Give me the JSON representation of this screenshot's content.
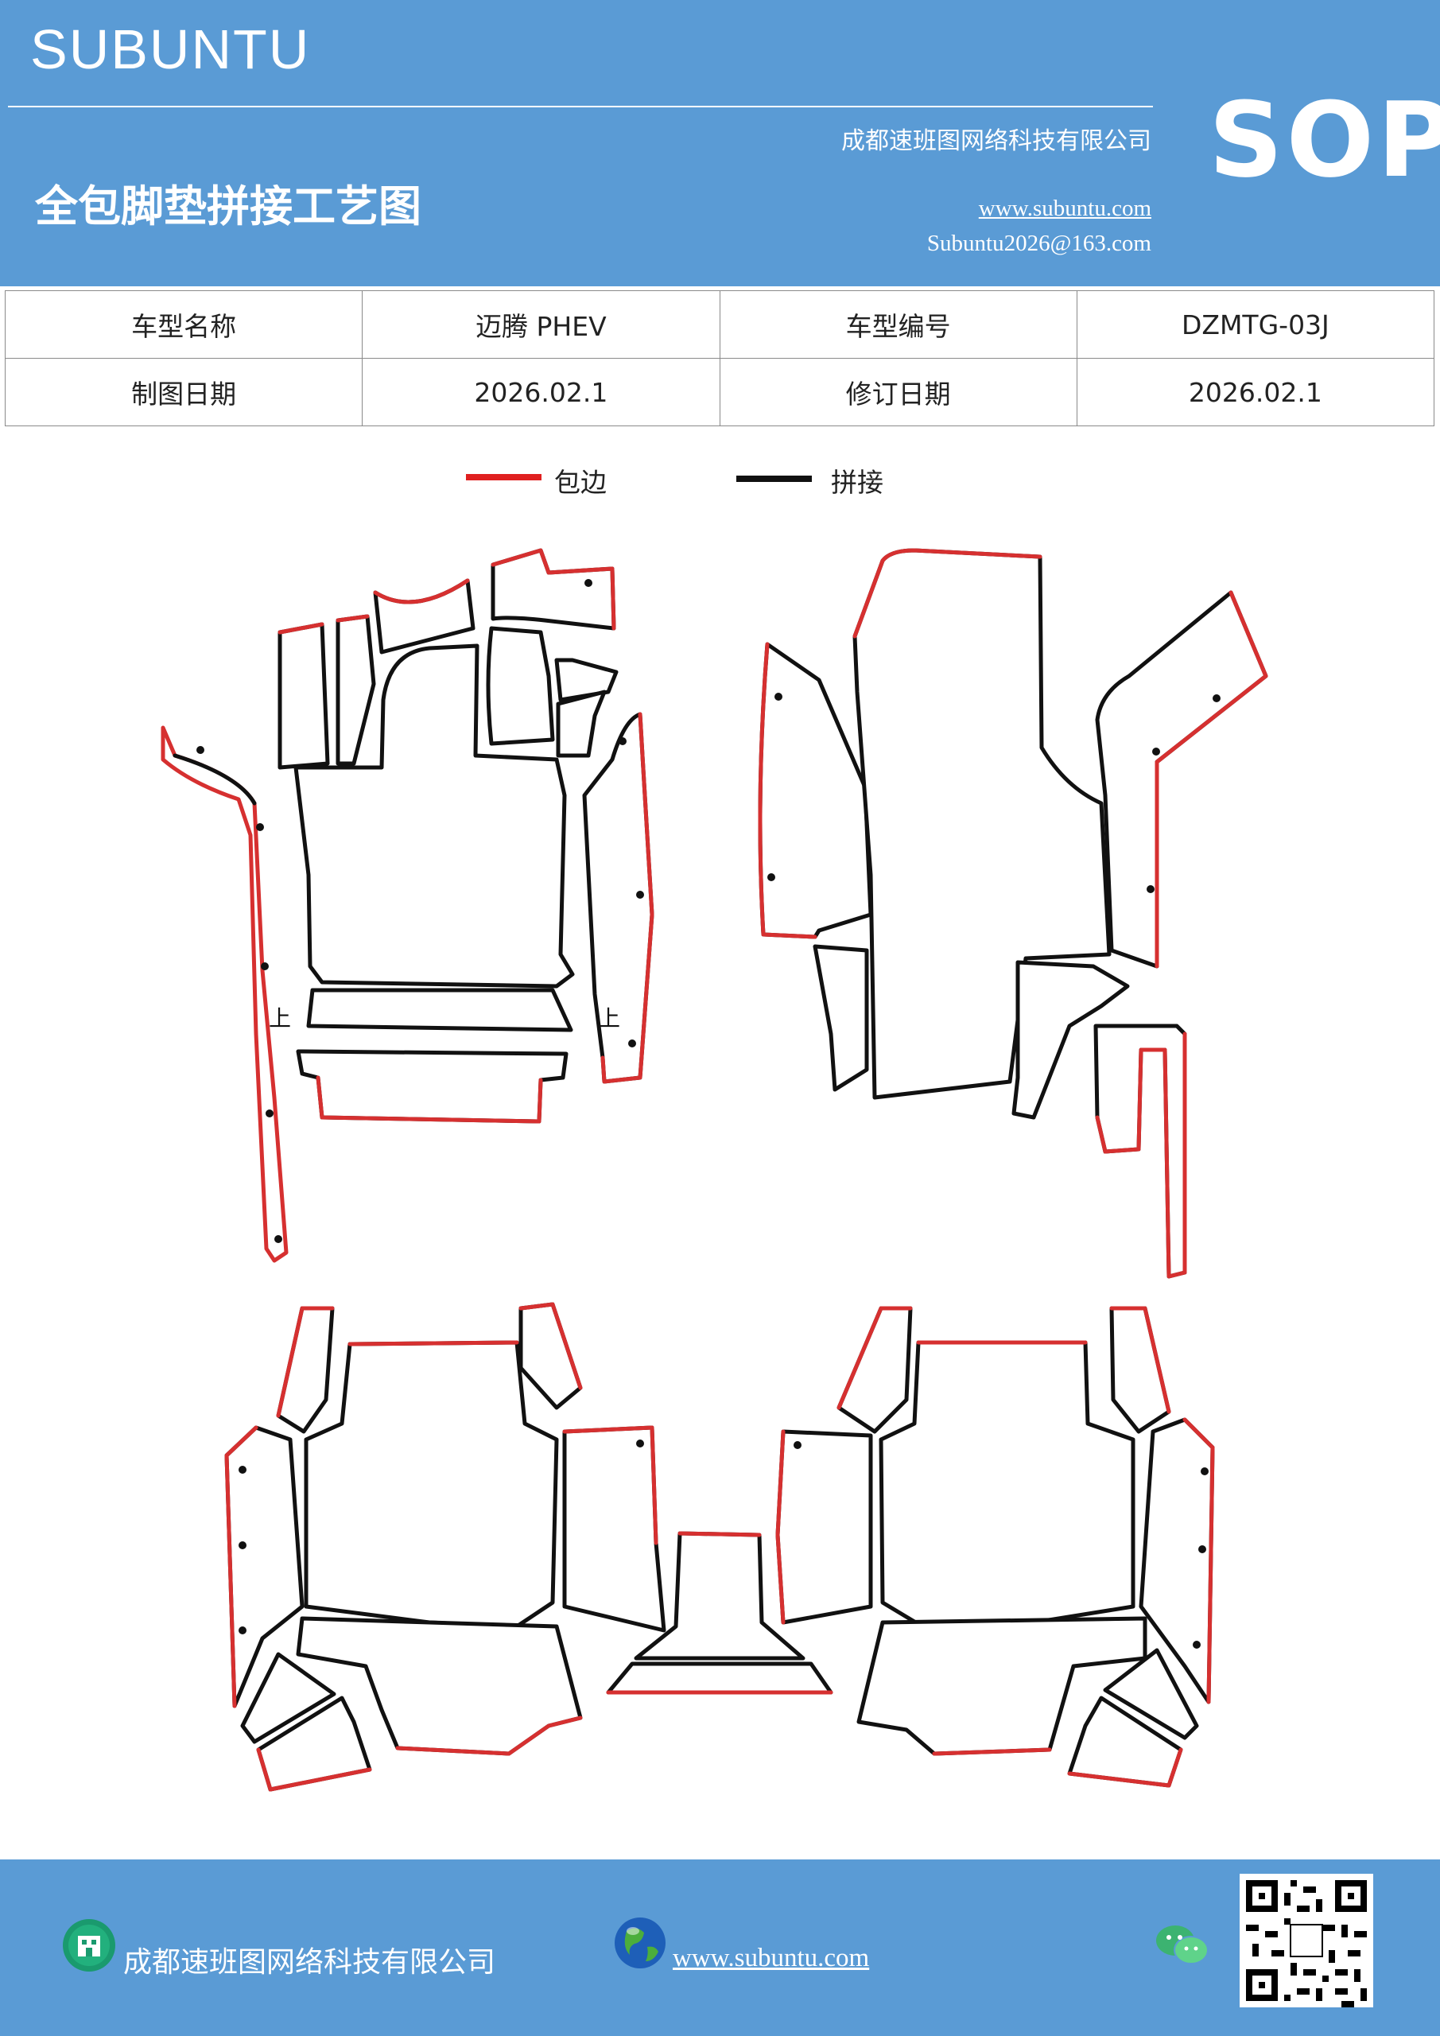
{
  "header": {
    "brand": "SUBUNTU",
    "sop": "SOP",
    "title": "全包脚垫拼接工艺图",
    "company": "成都速班图网络科技有限公司",
    "website": "www.subuntu.com",
    "email": "Subuntu2026@163.com"
  },
  "info_table": {
    "rows": [
      [
        "车型名称",
        "迈腾  PHEV",
        "车型编号",
        "DZMTG-03J"
      ],
      [
        "制图日期",
        "2026.02.1",
        "修订日期",
        "2026.02.1"
      ]
    ]
  },
  "legend": [
    {
      "label": "包边",
      "color": "#e02020"
    },
    {
      "label": "拼接",
      "color": "#111111"
    }
  ],
  "drawing": {
    "marks": [
      "上",
      "上"
    ],
    "colors": {
      "edge": "#d63030",
      "seam": "#111111"
    }
  },
  "footer": {
    "company": "成都速班图网络科技有限公司",
    "website": "www.subuntu.com"
  },
  "icons": [
    "building-icon",
    "globe-icon",
    "wechat-icon",
    "qr-code"
  ]
}
